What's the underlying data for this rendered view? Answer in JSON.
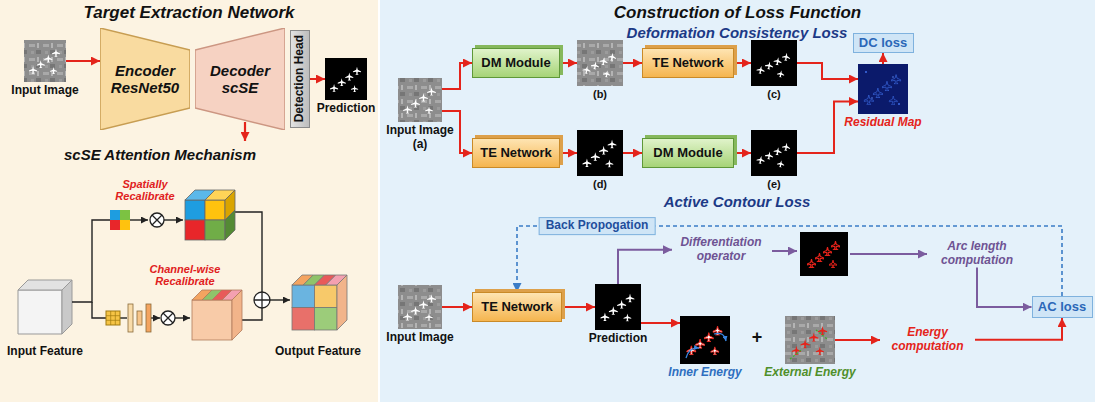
{
  "diagram": {
    "nodes": [
      {
        "text": [
          "Target Extraction Network"
        ]
      },
      {
        "text": [
          "Input Image"
        ],
        "in": 0
      },
      {
        "text": [
          "Encoder ResNet50"
        ],
        "in": 0
      },
      {
        "text": [
          "Decoder scSE"
        ],
        "in": 0
      },
      {
        "text": [
          "Detection Head"
        ],
        "in": 0
      },
      {
        "text": [
          "Prediction"
        ],
        "in": 0
      },
      {
        "text": [
          "Construction of Loss Function"
        ]
      },
      {
        "text": [
          "Input Image",
          "(a)"
        ],
        "in": 6
      },
      {
        "text": [
          "DM Module"
        ],
        "in": 6
      },
      {
        "text": [
          "(b)"
        ],
        "in": 6
      },
      {
        "text": [
          "TE Network"
        ],
        "in": 6
      },
      {
        "text": [
          "(c)"
        ],
        "in": 6
      },
      {
        "text": [
          "DC loss"
        ],
        "in": 6
      },
      {
        "text": [
          "Residual Map"
        ],
        "in": 6
      },
      {
        "text": [
          "TE Network"
        ],
        "in": 6
      },
      {
        "text": [
          "(d)"
        ],
        "in": 6
      },
      {
        "text": [
          "DM Module"
        ],
        "in": 6
      },
      {
        "text": [
          "(e)"
        ],
        "in": 6
      },
      {
        "text": [
          "Input Image"
        ],
        "in": 6
      },
      {
        "text": [
          "TE Network"
        ],
        "in": 6
      },
      {
        "text": [
          "Prediction"
        ],
        "in": 6
      },
      {
        "text": [
          "Differentiation operator"
        ],
        "in": 6
      },
      {
        "text": [
          "Arc length computation"
        ],
        "in": 6
      },
      {
        "text": [
          "AC loss"
        ],
        "in": 6
      },
      {
        "text": [
          "Inner Energy"
        ],
        "in": 6
      },
      {
        "text": [
          "External Energy"
        ],
        "in": 6
      },
      {
        "text": [
          "Energy computation"
        ],
        "in": 6
      }
    ],
    "edges": [
      {
        "from": 1,
        "to": 2,
        "arrow": "to"
      },
      {
        "from": 4,
        "to": 5,
        "arrow": "to"
      },
      {
        "from": 7,
        "to": 8,
        "arrow": "to"
      },
      {
        "from": 7,
        "to": 14,
        "arrow": "to"
      },
      {
        "from": 8,
        "to": 9,
        "arrow": "to"
      },
      {
        "from": 9,
        "to": 10,
        "arrow": "to"
      },
      {
        "from": 10,
        "to": 11,
        "arrow": "to"
      },
      {
        "from": 14,
        "to": 15,
        "arrow": "to"
      },
      {
        "from": 15,
        "to": 16,
        "arrow": "to"
      },
      {
        "from": 16,
        "to": 17,
        "arrow": "to"
      },
      {
        "from": 11,
        "to": 13,
        "arrow": "to"
      },
      {
        "from": 17,
        "to": 13,
        "arrow": "to"
      },
      {
        "from": 13,
        "to": 12,
        "arrow": "to"
      },
      {
        "from": 18,
        "to": 19,
        "arrow": "to"
      },
      {
        "from": 19,
        "to": 20,
        "arrow": "to"
      },
      {
        "from": 20,
        "to": 21,
        "arrow": "to"
      },
      {
        "from": 20,
        "to": 24,
        "arrow": "to"
      },
      {
        "from": 25,
        "to": 26,
        "arrow": "to"
      },
      {
        "from": 26,
        "to": 23,
        "arrow": "to"
      },
      {
        "from": 22,
        "to": 23,
        "arrow": "to"
      },
      {
        "from": 23,
        "to": 19,
        "label": "Back Propogation",
        "arrow": "to"
      }
    ],
    "labels": [
      "scSE Attention Mechanism",
      "Spatially Recalibrate",
      "Channel-wise Recalibrate",
      "Input Feature",
      "Output Feature",
      "Deformation Consistency Loss",
      "Active Contour Loss",
      "+"
    ]
  }
}
